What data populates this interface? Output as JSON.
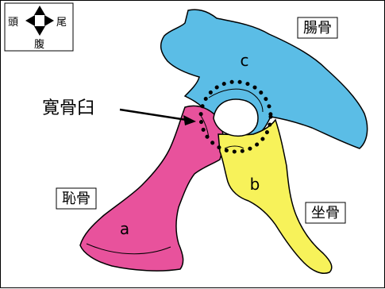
{
  "legend": {
    "head": "頭",
    "tail": "尾",
    "belly": "腹"
  },
  "labels": {
    "ilium": "腸骨",
    "pubis": "恥骨",
    "ischium": "坐骨",
    "acetabulum": "寛骨臼"
  },
  "regions": {
    "a": "a",
    "b": "b",
    "c": "c"
  },
  "colors": {
    "ilium": "#5bbde6",
    "pubis": "#e8529c",
    "ischium": "#f7f25a",
    "outline": "#000000",
    "acetabulum_marker": "#000000"
  }
}
